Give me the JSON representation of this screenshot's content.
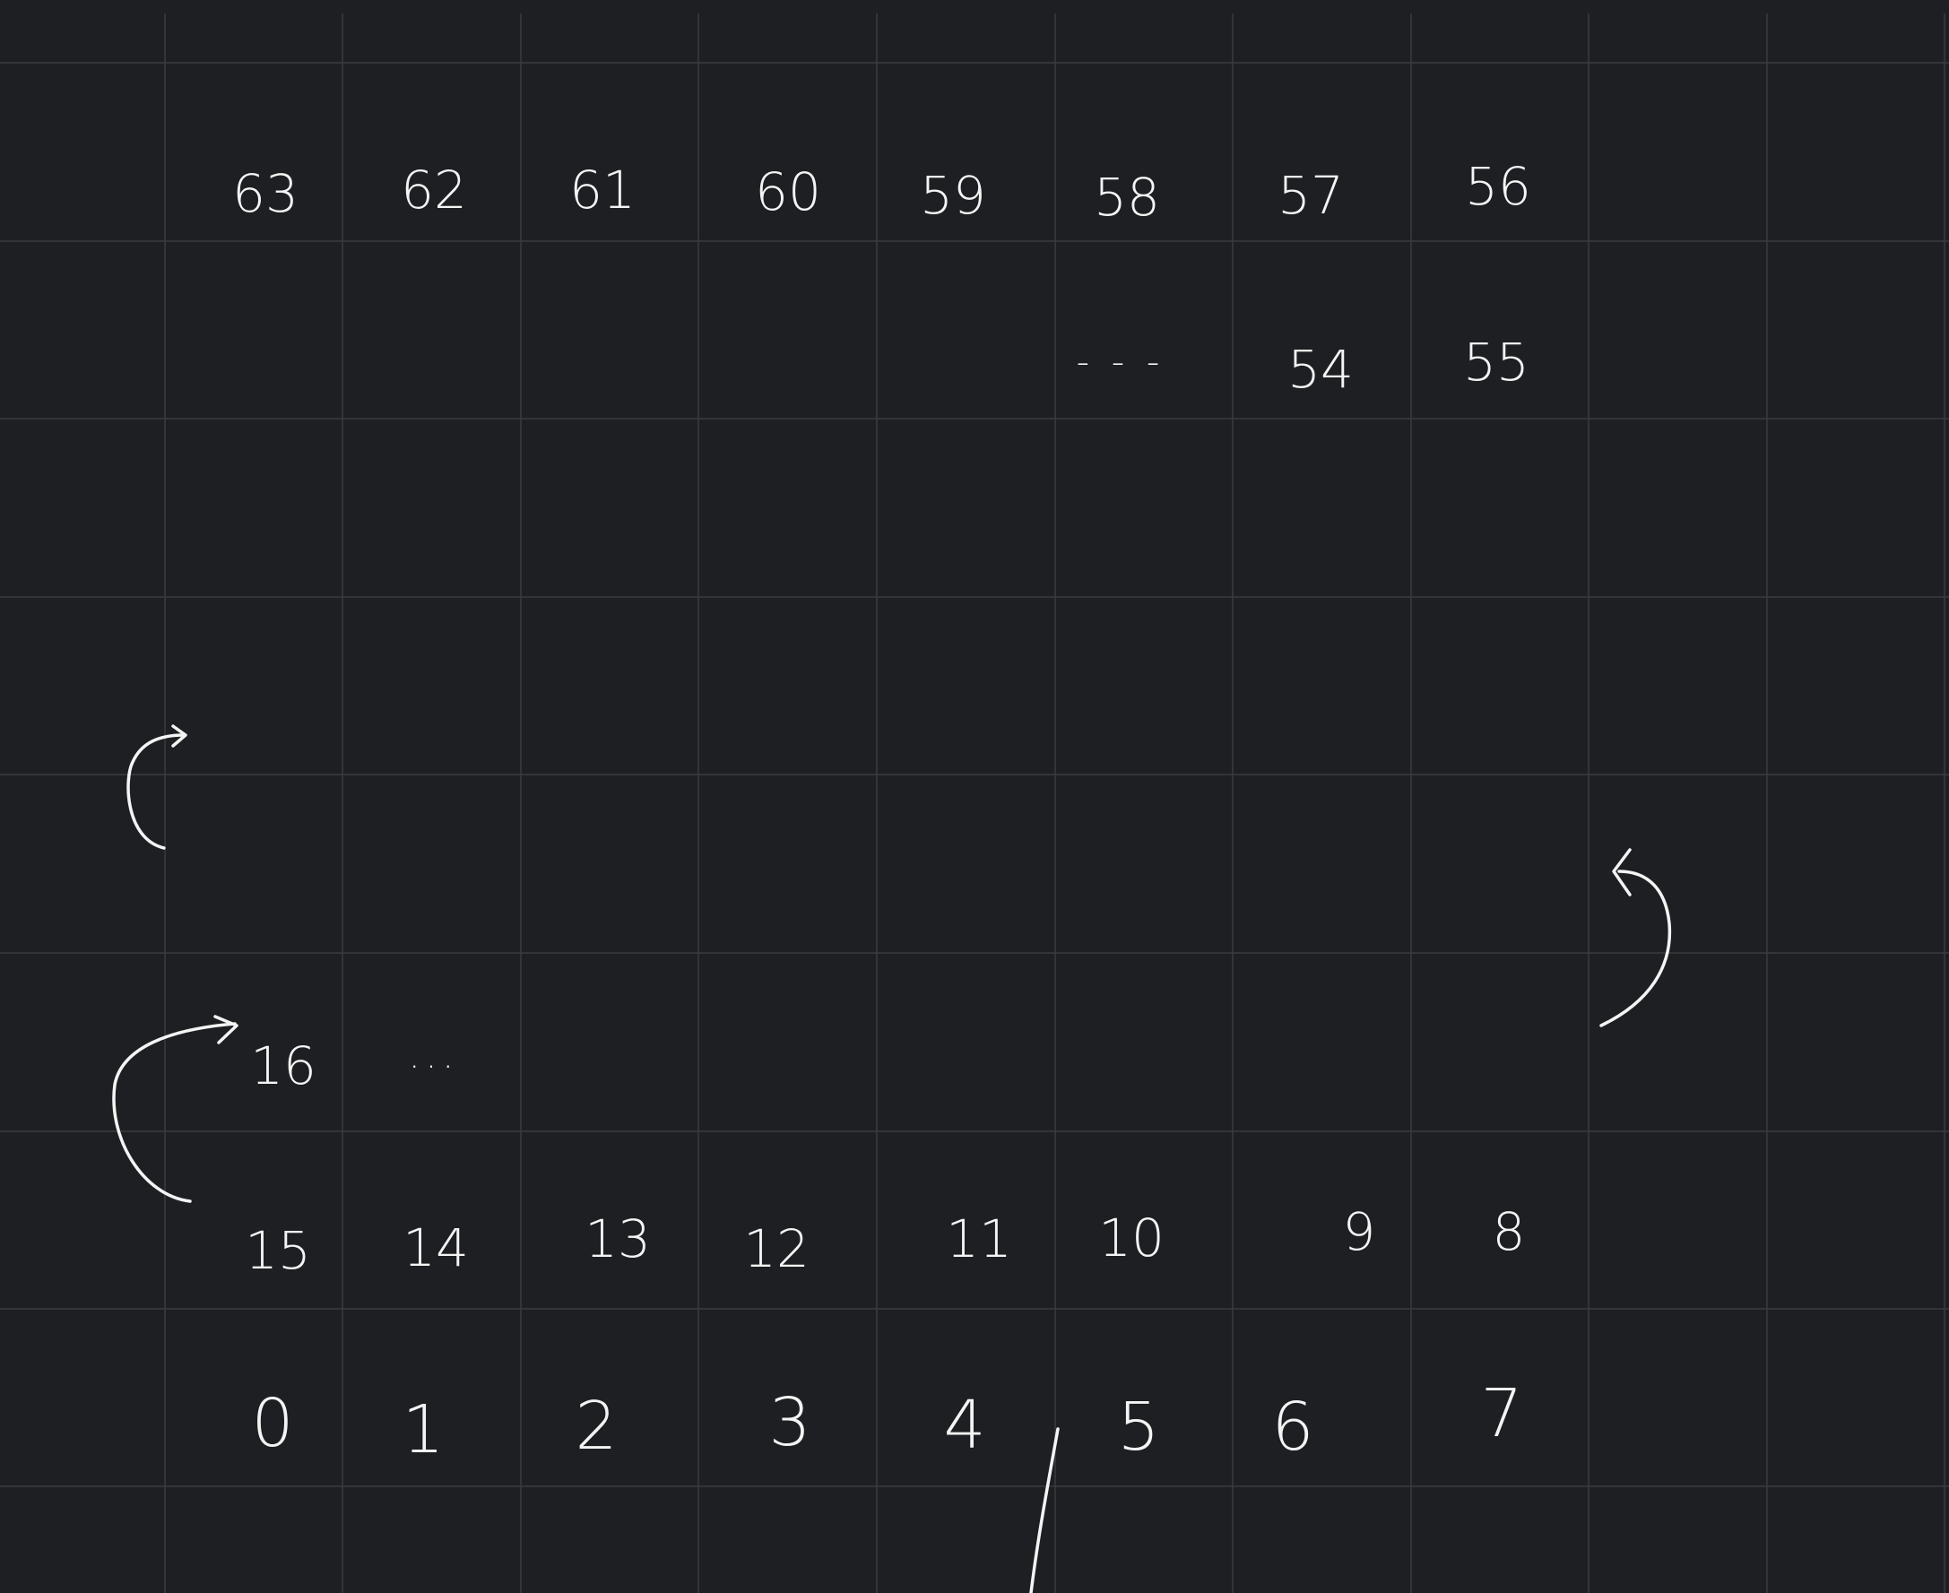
{
  "cells": {
    "r1": [
      "63",
      "62",
      "61",
      "60",
      "59",
      "58",
      "57",
      "56"
    ],
    "r2": {
      "dots": "- - -",
      "c7": "54",
      "c8": "55"
    },
    "r3": {
      "c1": "16",
      "dots": "..."
    },
    "r4": [
      "15",
      "14",
      "13",
      "12",
      "11",
      "10",
      "9",
      "8"
    ],
    "r5": [
      "0",
      "1",
      "2",
      "3",
      "4",
      "5",
      "6",
      "7"
    ]
  },
  "colors": {
    "background": "#1e1f22",
    "grid": "#3a3b3f",
    "ink": "#f4f4f4"
  },
  "icons": [
    "curved-arrow-up-left-icon",
    "curved-arrow-up-right-icon",
    "curved-arrow-right-icon"
  ]
}
